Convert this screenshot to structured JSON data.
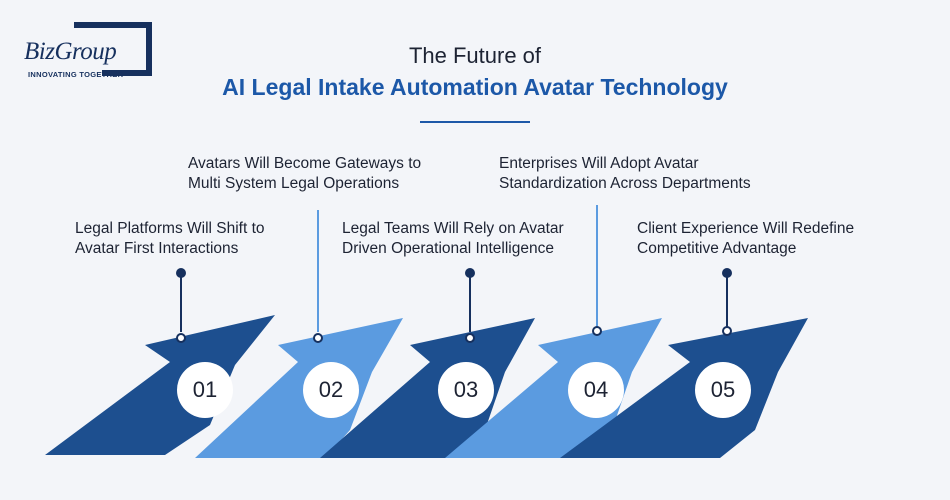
{
  "logo": {
    "brand": "BizGroup",
    "tagline": "INNOVATING TOGETHER"
  },
  "title": {
    "line1": "The Future of",
    "line2": "AI Legal Intake Automation Avatar Technology"
  },
  "steps": [
    {
      "number": "01",
      "line1": "Legal Platforms Will Shift to",
      "line2": "Avatar First Interactions"
    },
    {
      "number": "02",
      "line1": "Avatars Will Become Gateways to",
      "line2": "Multi System Legal Operations"
    },
    {
      "number": "03",
      "line1": "Legal Teams Will Rely on Avatar",
      "line2": "Driven Operational Intelligence"
    },
    {
      "number": "04",
      "line1": "Enterprises Will Adopt Avatar",
      "line2": "Standardization Across Departments"
    },
    {
      "number": "05",
      "line1": "Client Experience Will Redefine",
      "line2": "Competitive Advantage"
    }
  ],
  "colors": {
    "dark": "#16305e",
    "mid": "#1d4f8f",
    "light": "#5b9be0",
    "accent": "#1c58a8"
  }
}
